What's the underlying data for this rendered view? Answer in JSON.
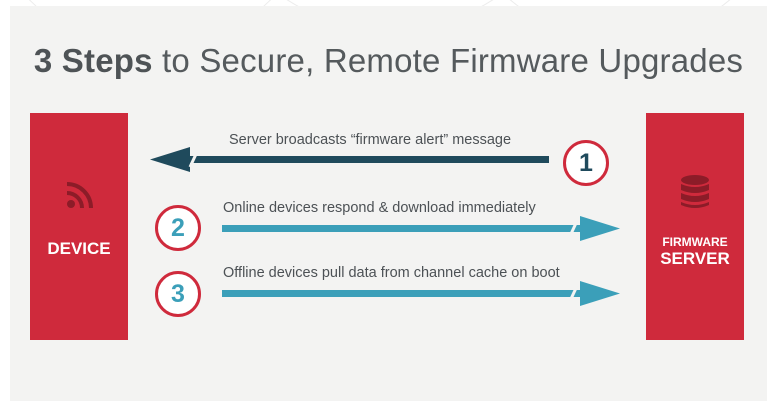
{
  "title": {
    "bold": "3 Steps",
    "rest": " to Secure, Remote Firmware Upgrades"
  },
  "device": {
    "label": "DEVICE",
    "icon": "wifi-signal-icon"
  },
  "server": {
    "label_small": "FIRMWARE",
    "label_big": "SERVER",
    "icon": "database-icon"
  },
  "steps": [
    {
      "number": "1",
      "text": "Server broadcasts “firmware alert” message",
      "direction": "to-device"
    },
    {
      "number": "2",
      "text": "Online devices respond & download immediately",
      "direction": "to-server"
    },
    {
      "number": "3",
      "text": "Offline devices pull data from channel cache on boot",
      "direction": "to-server"
    }
  ],
  "colors": {
    "brand_red": "#cf2a3c",
    "arrow_dark": "#1f4a5c",
    "arrow_teal": "#3b9fb9",
    "panel_bg": "#f3f3f2"
  }
}
